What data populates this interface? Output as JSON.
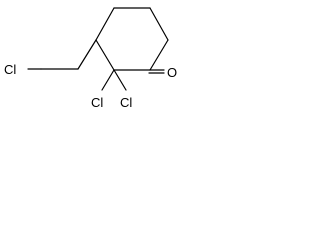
{
  "molecule": {
    "atoms": {
      "oxygen": "O",
      "chlorine_chloromethyl": "Cl",
      "chlorine_left": "Cl",
      "chlorine_right": "Cl"
    },
    "colors": {
      "bond": "#000000",
      "label": "#000000",
      "background": "#ffffff"
    }
  }
}
